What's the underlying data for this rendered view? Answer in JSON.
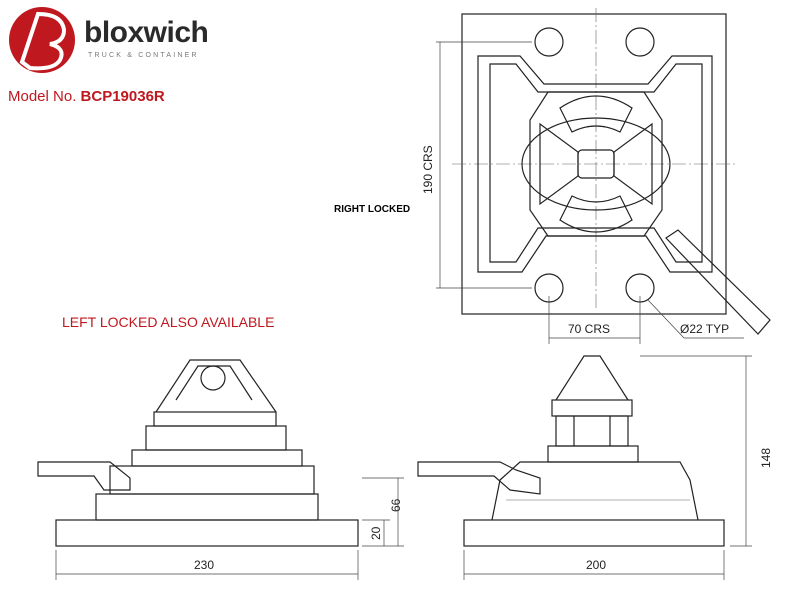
{
  "brand": {
    "name": "bloxwich",
    "tagline": "TRUCK & CONTAINER",
    "color": "#c0181f"
  },
  "model": {
    "label": "Model No.",
    "number": "BCP19036R"
  },
  "notes": {
    "right_locked": "RIGHT LOCKED",
    "left_locked": "LEFT LOCKED ALSO AVAILABLE"
  },
  "dimensions": {
    "crs_vertical": "190 CRS",
    "crs_horizontal": "70 CRS",
    "hole_dia": "Ø22 TYP",
    "width_side": "230",
    "width_front": "200",
    "height_total": "148",
    "height_body": "66",
    "plate_thickness": "20"
  }
}
